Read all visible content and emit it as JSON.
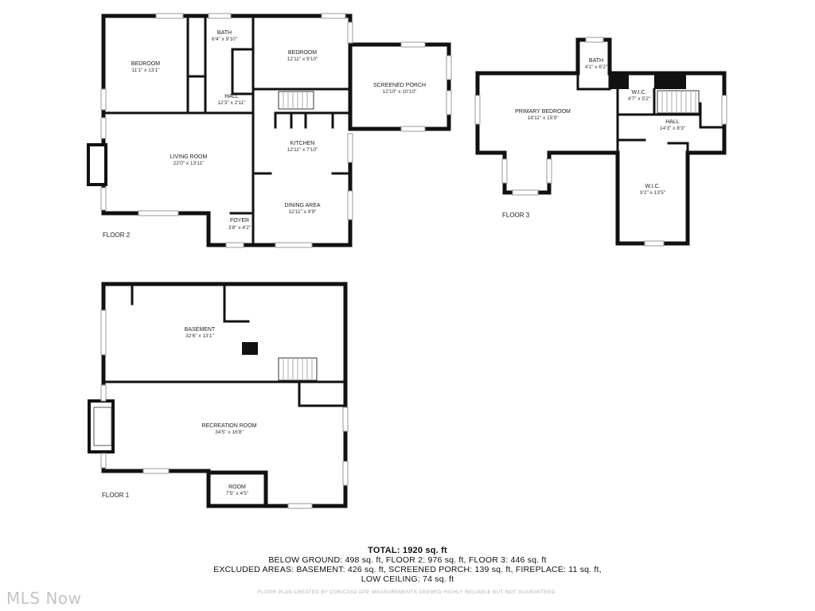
{
  "floors": {
    "floor2": {
      "label": "FLOOR 2",
      "rooms": {
        "bedroom_left": {
          "name": "BEDROOM",
          "dims": "11'1\" x 13'1\""
        },
        "bath": {
          "name": "BATH",
          "dims": "6'4\" x 9'10\""
        },
        "bedroom_right": {
          "name": "BEDROOM",
          "dims": "12'11\" x 9'10\""
        },
        "screened_porch": {
          "name": "SCREENED PORCH",
          "dims": "12'10\" x 10'10\""
        },
        "hall": {
          "name": "HALL",
          "dims": "12'3\" x 2'11\""
        },
        "living_room": {
          "name": "LIVING ROOM",
          "dims": "22'0\" x 13'11\""
        },
        "kitchen": {
          "name": "KITCHEN",
          "dims": "12'11\" x 7'10\""
        },
        "dining_area": {
          "name": "DINING AREA",
          "dims": "12'11\" x 9'9\""
        },
        "foyer": {
          "name": "FOYER",
          "dims": "3'8\" x 4'2\""
        }
      }
    },
    "floor3": {
      "label": "FLOOR 3",
      "rooms": {
        "bath": {
          "name": "BATH",
          "dims": "4'1\" x 6'2\""
        },
        "primary_bedroom": {
          "name": "PRIMARY BEDROOM",
          "dims": "18'11\" x 15'9\""
        },
        "wic_small": {
          "name": "W.I.C.",
          "dims": "4'7\" x 5'2\""
        },
        "hall": {
          "name": "HALL",
          "dims": "14'3\" x 8'3\""
        },
        "wic_large": {
          "name": "W.I.C.",
          "dims": "9'2\" x 13'5\""
        }
      }
    },
    "floor1": {
      "label": "FLOOR 1",
      "rooms": {
        "basement": {
          "name": "BASEMENT",
          "dims": "32'6\" x 13'1\""
        },
        "recreation_room": {
          "name": "RECREATION ROOM",
          "dims": "34'5\" x 16'8\""
        },
        "room": {
          "name": "ROOM",
          "dims": "7'5\" x 4'5\""
        }
      }
    }
  },
  "summary": {
    "total": "TOTAL: 1920 sq. ft",
    "below_ground": "BELOW GROUND: 498 sq. ft, FLOOR 2: 976 sq. ft, FLOOR 3: 446 sq. ft",
    "excluded": "EXCLUDED AREAS: BASEMENT: 426 sq. ft, SCREENED PORCH: 139 sq. ft, FIREPLACE: 11 sq. ft,",
    "low_ceiling": "LOW CEILING: 74 sq. ft"
  },
  "disclaimer": "FLOOR PLAN CREATED BY CUBICASA APP. MEASUREMENTS DEEMED HIGHLY RELIABLE BUT NOT GUARANTEED.",
  "logo": "MLS Now"
}
